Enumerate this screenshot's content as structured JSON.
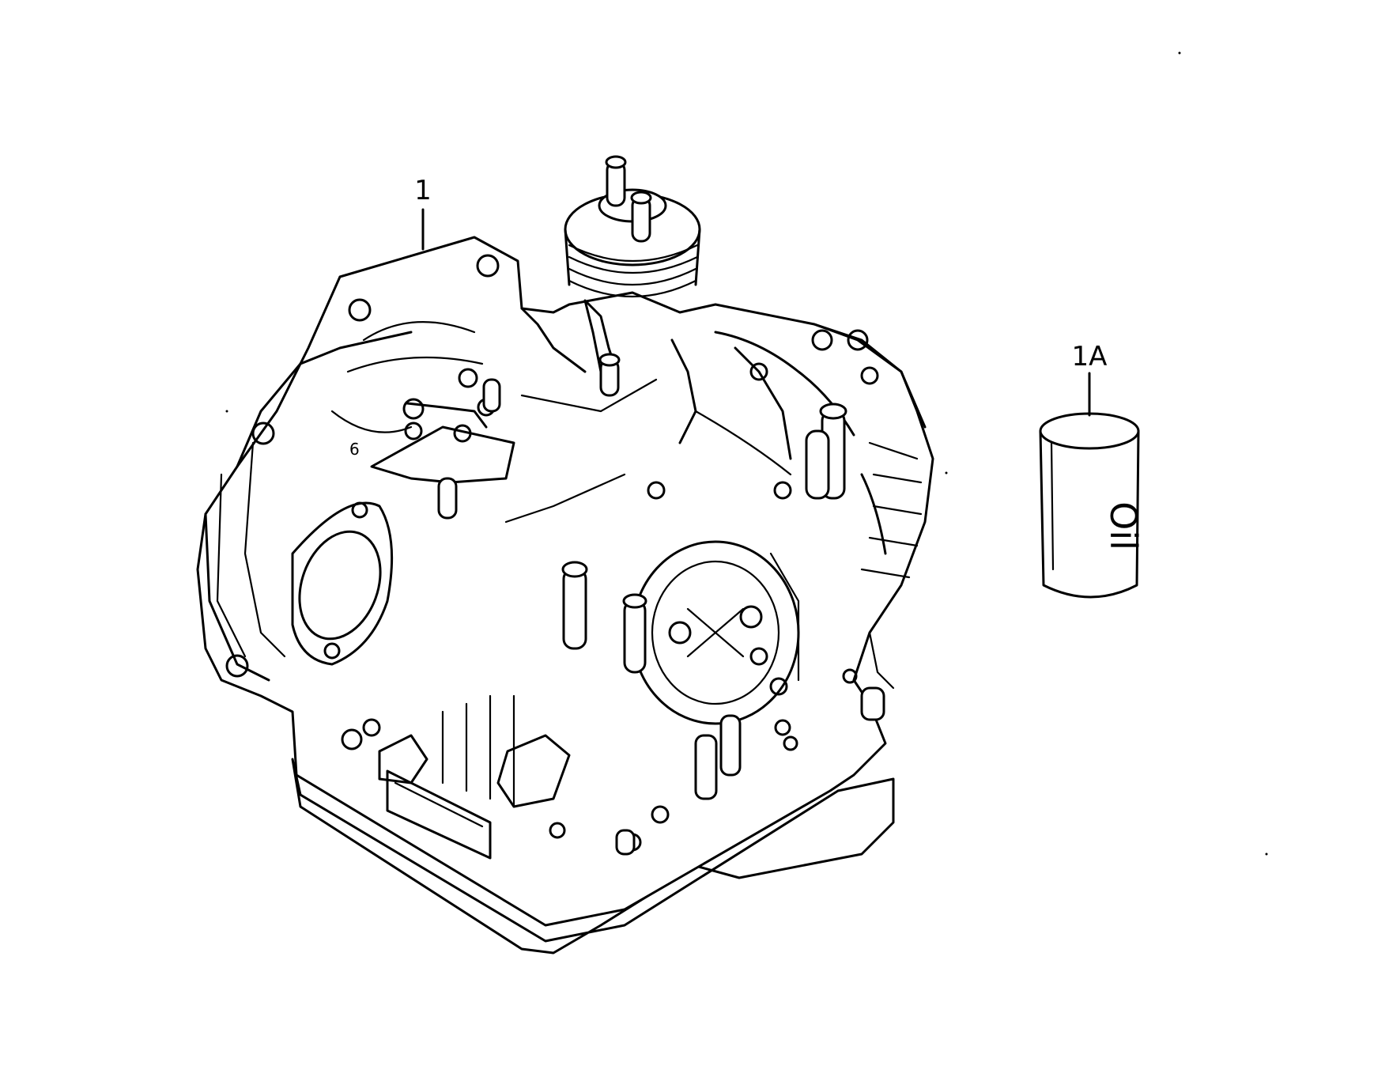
{
  "callouts": [
    {
      "id": "1",
      "label": "1"
    },
    {
      "id": "1A",
      "label": "1A"
    }
  ],
  "can_text": "Oil",
  "icons": [
    "transmission-assembly-drawing",
    "oil-can-drawing"
  ],
  "colors": {
    "line": "#000000",
    "background": "#ffffff"
  }
}
